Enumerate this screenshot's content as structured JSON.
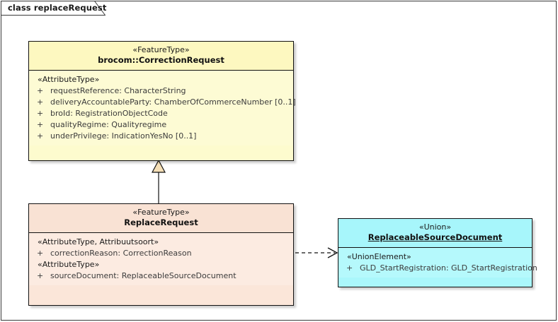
{
  "diagram": {
    "tab_label": "class replaceRequest",
    "background": "#ffffff",
    "border_color": "#3a3a3a"
  },
  "classes": [
    {
      "id": "correction-request",
      "stereotype": "«FeatureType»",
      "name": "brocom::CorrectionRequest",
      "fill": "#fdfbce",
      "groups": [
        {
          "label": "«AttributeType»",
          "attributes": [
            {
              "visibility": "+",
              "text": "requestReference: CharacterString"
            },
            {
              "visibility": "+",
              "text": "deliveryAccountableParty: ChamberOfCommerceNumber [0..1]"
            },
            {
              "visibility": "+",
              "text": "broId: RegistrationObjectCode"
            },
            {
              "visibility": "+",
              "text": "qualityRegime: Qualityregime"
            },
            {
              "visibility": "+",
              "text": "underPrivilege: IndicationYesNo [0..1]"
            }
          ]
        }
      ]
    },
    {
      "id": "replace-request",
      "stereotype": "«FeatureType»",
      "name": "ReplaceRequest",
      "fill": "#fbe6d9",
      "groups": [
        {
          "label": "«AttributeType, Attribuutsoort»",
          "attributes": [
            {
              "visibility": "+",
              "text": "correctionReason: CorrectionReason"
            }
          ]
        },
        {
          "label": "«AttributeType»",
          "attributes": [
            {
              "visibility": "+",
              "text": "sourceDocument: ReplaceableSourceDocument"
            }
          ]
        }
      ]
    },
    {
      "id": "replaceable-source-document",
      "stereotype": "«Union»",
      "name": "ReplaceableSourceDocument",
      "fill": "#aaf7fb",
      "groups": [
        {
          "label": "«UnionElement»",
          "attributes": [
            {
              "visibility": "+",
              "text": "GLD_StartRegistration: GLD_StartRegistration"
            }
          ]
        }
      ]
    }
  ],
  "connectors": [
    {
      "id": "generalization",
      "type": "generalization",
      "from": "ReplaceRequest",
      "to": "brocom::CorrectionRequest",
      "style": "solid",
      "arrow": "hollow-triangle"
    },
    {
      "id": "dependency",
      "type": "dependency",
      "from": "ReplaceRequest",
      "to": "ReplaceableSourceDocument",
      "style": "dashed",
      "arrow": "open"
    }
  ]
}
